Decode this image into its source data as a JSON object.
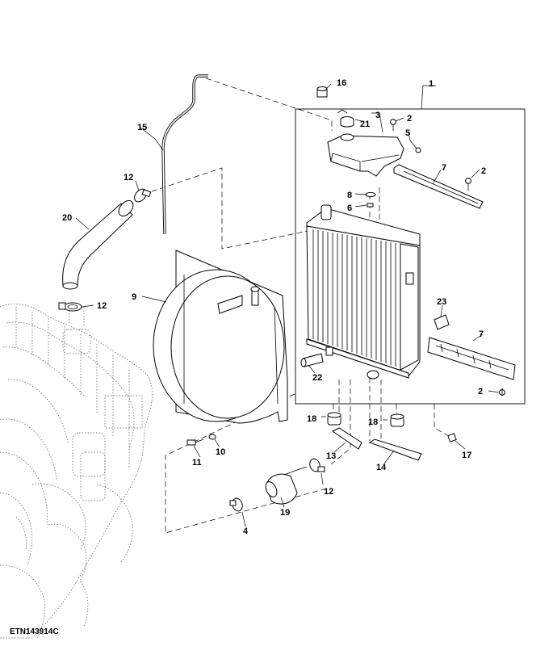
{
  "figure_id": "ETN143914C",
  "callouts": {
    "c1": "1",
    "c2a": "2",
    "c2b": "2",
    "c2c": "2",
    "c3": "3",
    "c4": "4",
    "c5": "5",
    "c6": "6",
    "c7a": "7",
    "c7b": "7",
    "c8": "8",
    "c9": "9",
    "c10": "10",
    "c11": "11",
    "c12a": "12",
    "c12b": "12",
    "c12c": "12",
    "c13": "13",
    "c14": "14",
    "c15": "15",
    "c16": "16",
    "c17": "17",
    "c18a": "18",
    "c18b": "18",
    "c19": "19",
    "c20": "20",
    "c21": "21",
    "c22": "22",
    "c23": "23"
  }
}
